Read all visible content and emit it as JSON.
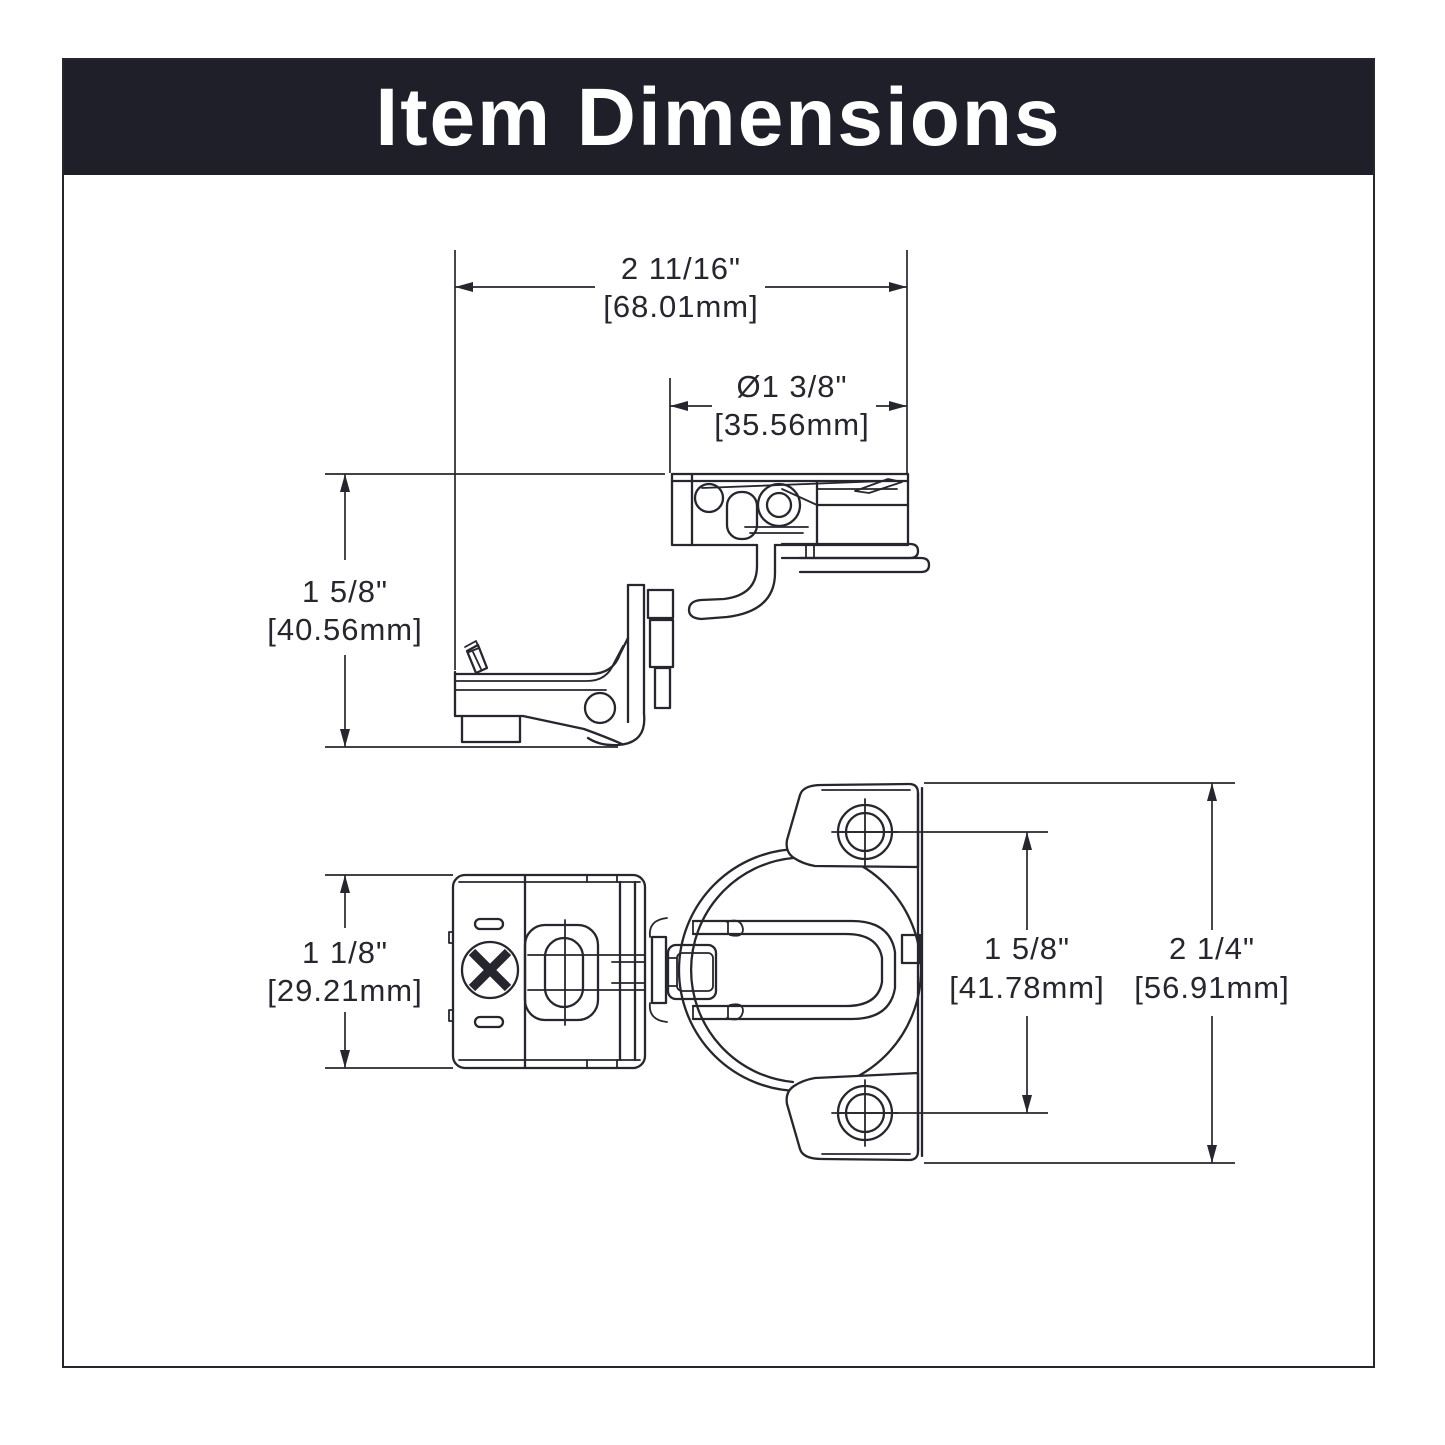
{
  "title_bar": {
    "label": "Item Dimensions",
    "bg_color": "#1e1f29",
    "text_color": "#ffffff"
  },
  "drawing": {
    "line_color": "#26262e",
    "dimensions": {
      "overall_width": {
        "inches": "2 11/16\"",
        "metric": "[68.01mm]"
      },
      "cup_diameter": {
        "inches": "Ø1 3/8\"",
        "metric": "[35.56mm]"
      },
      "arm_height": {
        "inches": "1 5/8\"",
        "metric": "[40.56mm]"
      },
      "base_height": {
        "inches": "1 1/8\"",
        "metric": "[29.21mm]"
      },
      "hole_spacing": {
        "inches": "1 5/8\"",
        "metric": "[41.78mm]"
      },
      "plate_height": {
        "inches": "2 1/4\"",
        "metric": "[56.91mm]"
      }
    }
  }
}
